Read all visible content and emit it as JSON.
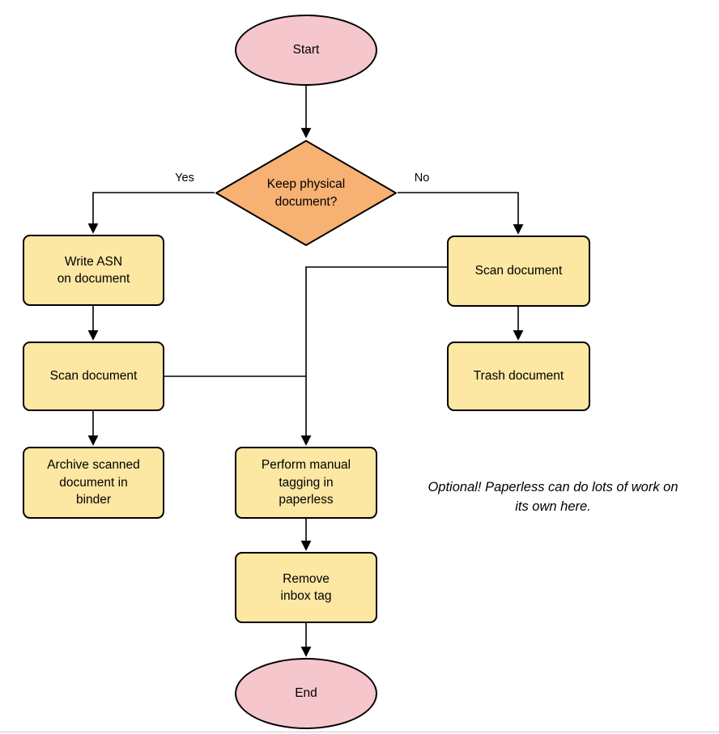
{
  "nodes": {
    "start": {
      "label": "Start",
      "type": "terminal"
    },
    "decision": {
      "label": [
        "Keep physical",
        "document?"
      ],
      "type": "decision"
    },
    "write_asn": {
      "label": [
        "Write ASN",
        "on document"
      ],
      "type": "process"
    },
    "scan_left": {
      "label": "Scan document",
      "type": "process"
    },
    "scan_right": {
      "label": "Scan document",
      "type": "process"
    },
    "trash": {
      "label": "Trash document",
      "type": "process"
    },
    "archive": {
      "label": [
        "Archive scanned",
        "document in",
        "binder"
      ],
      "type": "process"
    },
    "tagging": {
      "label": [
        "Perform manual",
        "tagging in",
        "paperless"
      ],
      "type": "process"
    },
    "remove_inbox": {
      "label": [
        "Remove",
        "inbox tag"
      ],
      "type": "process"
    },
    "end": {
      "label": "End",
      "type": "terminal"
    }
  },
  "edge_labels": {
    "yes": "Yes",
    "no": "No"
  },
  "annotation": [
    "Optional! Paperless can do lots of work on",
    "its own here."
  ],
  "colors": {
    "terminal_fill": "#F5C6CC",
    "decision_fill": "#F6B173",
    "process_fill": "#FCE7A3",
    "stroke": "#000000"
  }
}
